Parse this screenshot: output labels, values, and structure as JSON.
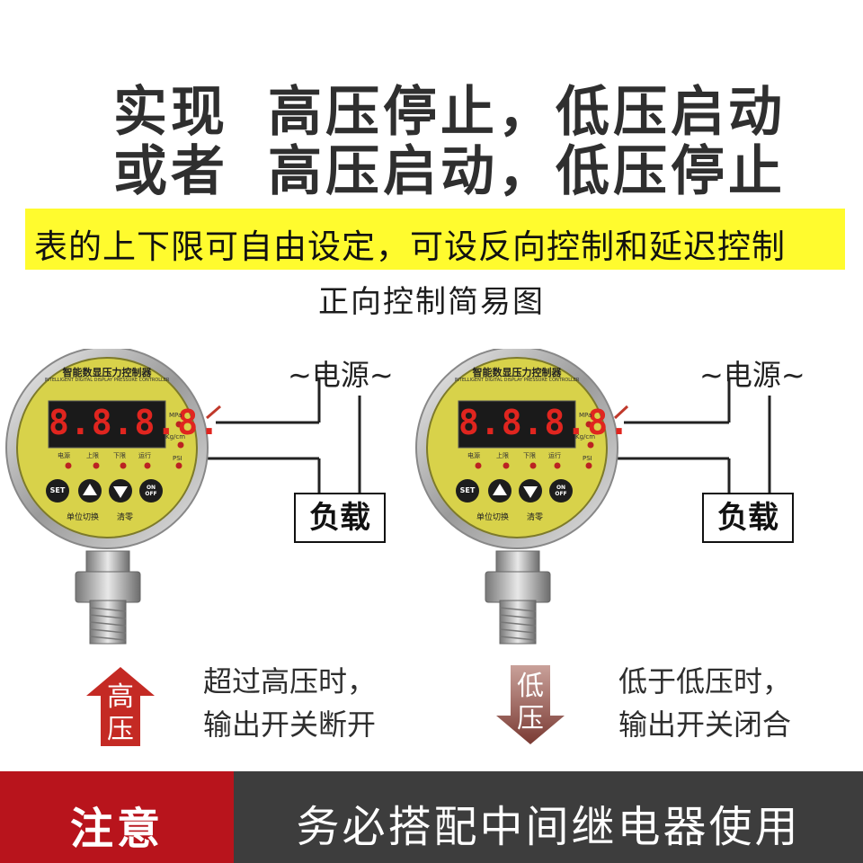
{
  "headline": {
    "line1_prefix": "实现",
    "line1_text": "高压停止，低压启动",
    "line2_prefix": "或者",
    "line2_text": "高压启动，低压停止"
  },
  "banner_text": "表的上下限可自由设定，可设反向控制和延迟控制",
  "subtitle": "正向控制简易图",
  "gauge": {
    "title": "智能数显压力控制器",
    "subtitle_en": "INTELLIGENT DIGITAL DISPLAY PRESSURE CONTROLLER",
    "display": "8.8.8.8.",
    "indicators": [
      "电源",
      "上限",
      "下限",
      "运行"
    ],
    "units": [
      "MPa",
      "Kg/cm",
      "PSI"
    ],
    "buttons": [
      "SET",
      "▲",
      "▼",
      "ON OFF"
    ],
    "bottom_left": "单位切换",
    "bottom_right": "清零"
  },
  "power_label": "~电源~",
  "load_label": "负载",
  "high": {
    "arrow_text": "高压",
    "note_line1": "超过高压时，",
    "note_line2": "输出开关断开"
  },
  "low": {
    "arrow_text": "低压",
    "note_line1": "低于低压时，",
    "note_line2": "输出开关闭合"
  },
  "footer": {
    "left": "注意",
    "right": "务必搭配中间继电器使用"
  },
  "colors": {
    "banner": "#fffb2e",
    "footer_left": "#b8141c",
    "footer_right": "#3d3d3d",
    "gauge_face": "#d8d24a",
    "lcd_digits": "#e0251f",
    "arrow_high": "#c42a24",
    "arrow_low": "#8a4a40"
  }
}
